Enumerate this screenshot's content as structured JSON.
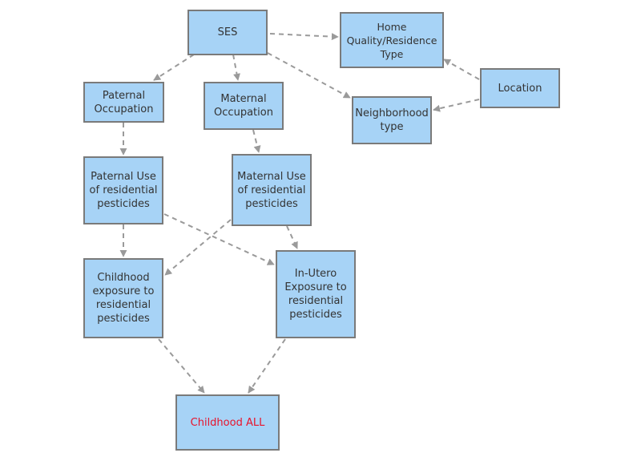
{
  "diagram": {
    "edge_color": "#9a9a9a",
    "node_fill": "#a7d3f6",
    "outcome_text_color": "#e8132b",
    "nodes": {
      "ses": "SES",
      "home_quality": "Home\nQuality/Residence\nType",
      "location": "Location",
      "neighborhood": "Neighborhood\ntype",
      "paternal_occupation": "Paternal\nOccupation",
      "maternal_occupation": "Maternal\nOccupation",
      "paternal_use": "Paternal Use\nof residential\npesticides",
      "maternal_use": "Maternal Use\nof residential\npesticides",
      "childhood_exposure": "Childhood\nexposure to\nresidential\npesticides",
      "in_utero": "In-Utero\nExposure to\nresidential\npesticides",
      "childhood_all": "Childhood ALL"
    },
    "edges": [
      {
        "from": "ses",
        "to": "home_quality"
      },
      {
        "from": "ses",
        "to": "paternal_occupation"
      },
      {
        "from": "ses",
        "to": "maternal_occupation"
      },
      {
        "from": "ses",
        "to": "neighborhood"
      },
      {
        "from": "location",
        "to": "home_quality"
      },
      {
        "from": "location",
        "to": "neighborhood"
      },
      {
        "from": "paternal_occupation",
        "to": "paternal_use"
      },
      {
        "from": "maternal_occupation",
        "to": "maternal_use"
      },
      {
        "from": "paternal_use",
        "to": "childhood_exposure"
      },
      {
        "from": "paternal_use",
        "to": "in_utero"
      },
      {
        "from": "maternal_use",
        "to": "childhood_exposure"
      },
      {
        "from": "maternal_use",
        "to": "in_utero"
      },
      {
        "from": "childhood_exposure",
        "to": "childhood_all"
      },
      {
        "from": "in_utero",
        "to": "childhood_all"
      }
    ]
  }
}
